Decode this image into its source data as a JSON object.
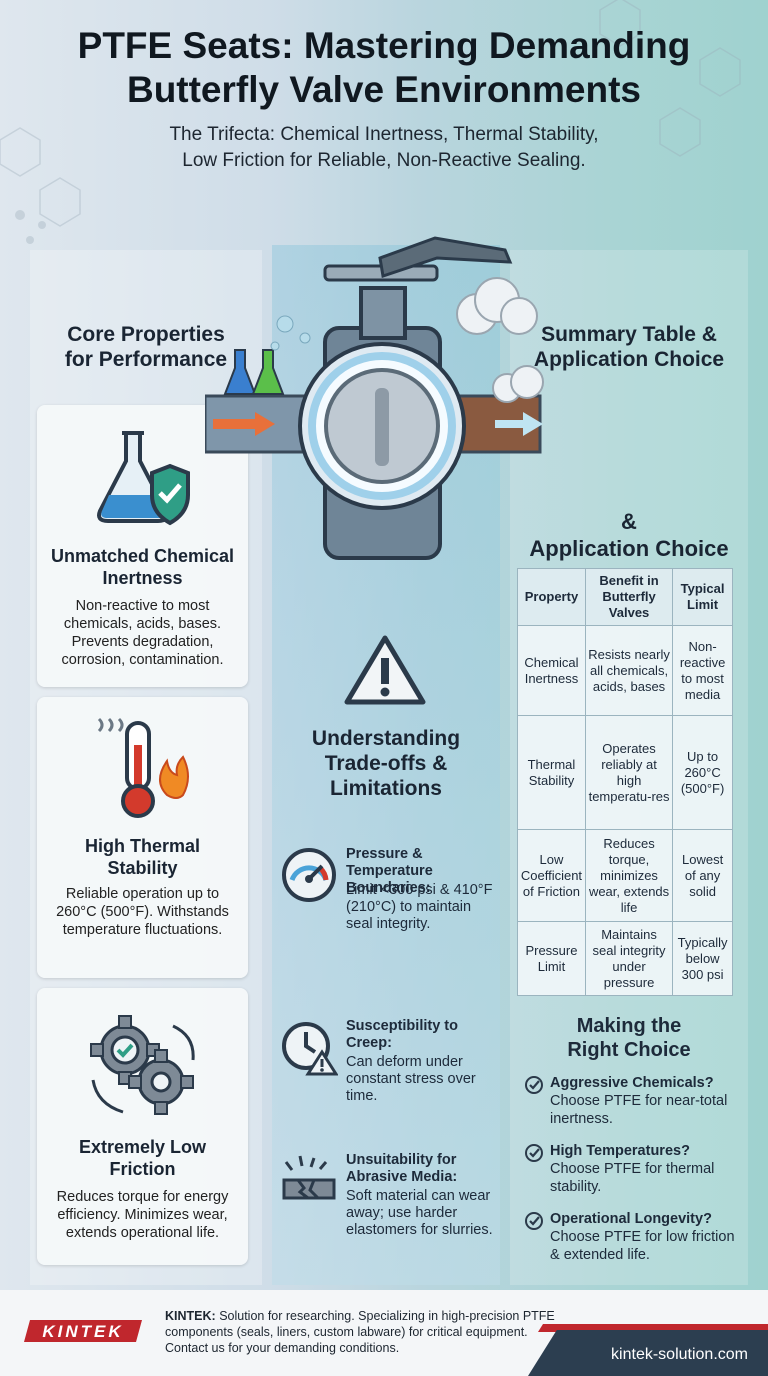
{
  "header": {
    "title_line1": "PTFE Seats: Mastering Demanding",
    "title_line2": "Butterfly Valve Environments",
    "subtitle_line1": "The Trifecta: Chemical Inertness, Thermal Stability,",
    "subtitle_line2": "Low Friction for Reliable, Non-Reactive Sealing."
  },
  "core": {
    "heading_line1": "Core Properties",
    "heading_line2": "for Performance",
    "cards": [
      {
        "title_line1": "Unmatched Chemical",
        "title_line2": "Inertness",
        "desc": "Non-reactive to most chemicals, acids, bases. Prevents degradation, corrosion, contamination.",
        "icon": "flask-shield-icon"
      },
      {
        "title_line1": "High Thermal",
        "title_line2": "Stability",
        "desc": "Reliable operation up to 260°C (500°F). Withstands temperature fluctuations.",
        "icon": "thermometer-flame-icon"
      },
      {
        "title_line1": "Extremely Low",
        "title_line2": "Friction",
        "desc": "Reduces torque for energy efficiency. Minimizes wear, extends operational life.",
        "icon": "gears-icon"
      }
    ]
  },
  "tradeoffs": {
    "heading_line1": "Understanding",
    "heading_line2": "Trade-offs &",
    "heading_line3": "Limitations",
    "items": [
      {
        "title": "Pressure & Temperature Boundaries:",
        "desc": "Limit <300 psi & 410°F (210°C) to maintain seal integrity.",
        "icon": "gauge-icon"
      },
      {
        "title": "Susceptibility to Creep:",
        "desc": "Can deform under constant stress over time.",
        "icon": "clock-warning-icon"
      },
      {
        "title": "Unsuitability for Abrasive Media:",
        "desc": "Soft material can wear away; use harder elastomers for slurries.",
        "icon": "cracked-surface-icon"
      }
    ]
  },
  "summary": {
    "heading_line1": "Summary Table &",
    "heading_line2": "Application Choice",
    "app_heading_line1": "&",
    "app_heading_line2": "Application Choice",
    "table": {
      "headers": [
        "Property",
        "Benefit in Butterfly Valves",
        "Typical Limit"
      ],
      "rows": [
        [
          "Chemical Inertness",
          "Resists nearly all chemicals, acids, bases",
          "Non-reactive to most media"
        ],
        [
          "Thermal Stability",
          "Operates reliably at high temperatu-res",
          "Up to 260°C (500°F)"
        ],
        [
          "Low Coefficient of Friction",
          "Reduces torque, minimizes wear, extends life",
          "Lowest of any solid"
        ],
        [
          "Pressure Limit",
          "Maintains seal integrity under pressure",
          "Typically below 300 psi"
        ]
      ]
    }
  },
  "choice": {
    "heading_line1": "Making the",
    "heading_line2": "Right Choice",
    "items": [
      {
        "title": "Aggressive Chemicals?",
        "desc": "Choose PTFE for near-total inertness."
      },
      {
        "title": "High Temperatures?",
        "desc": "Choose PTFE for thermal stability."
      },
      {
        "title": "Operational Longevity?",
        "desc": "Choose PTFE for low friction & extended life."
      }
    ]
  },
  "footer": {
    "logo_text": "KINTEK",
    "brand": "KINTEK:",
    "text": "Solution for researching. Specializing in high-precision PTFE components (seals, liners, custom labware) for critical equipment. Contact us for your demanding conditions.",
    "url": "kintek-solution.com"
  },
  "colors": {
    "accent_red": "#c0272d",
    "navy": "#2c3e50",
    "teal": "#9fd2cf"
  }
}
